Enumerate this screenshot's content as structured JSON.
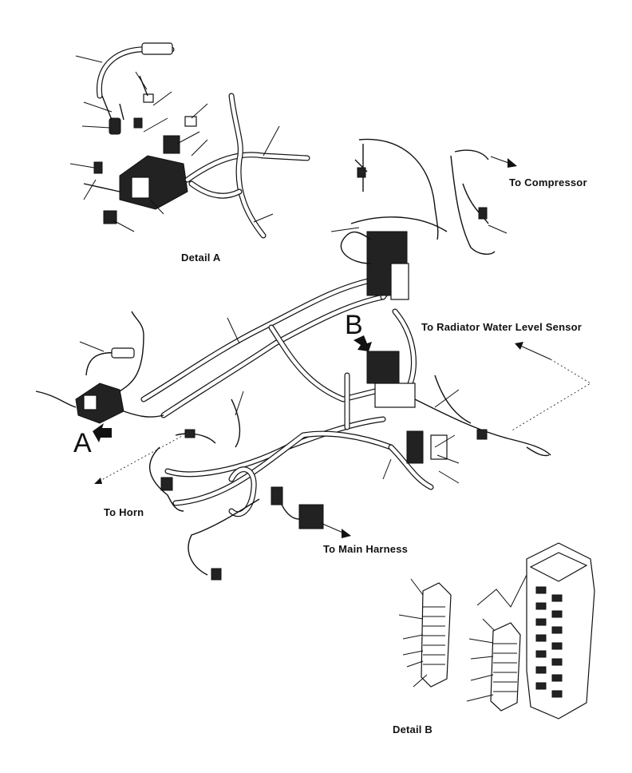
{
  "labels": {
    "detail_a": "Detail A",
    "detail_b": "Detail B",
    "to_compressor": "To Compressor",
    "to_radiator": "To Radiator Water Level Sensor",
    "to_horn": "To Horn",
    "to_main_harness": "To Main Harness"
  },
  "view_marks": {
    "a": "A",
    "b": "B"
  }
}
